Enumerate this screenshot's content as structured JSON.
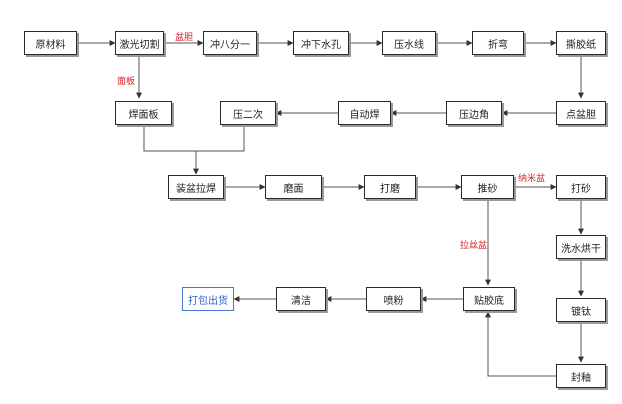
{
  "nodes": {
    "n1": "原材料",
    "n2": "激光切割",
    "n3": "冲八分一",
    "n4": "冲下水孔",
    "n5": "压水线",
    "n6": "折弯",
    "n7": "撕胶纸",
    "n8": "点盆胆",
    "n9": "压边角",
    "n10": "自动焊",
    "n11": "压二次",
    "n12": "焊面板",
    "n13": "装盆拉焊",
    "n14": "磨面",
    "n15": "打磨",
    "n16": "推砂",
    "n17": "打砂",
    "n18": "洗水烘干",
    "n19": "镀钛",
    "n20": "封釉",
    "n21": "贴胶底",
    "n22": "喷粉",
    "n23": "清洁",
    "n24": "打包出货"
  },
  "edge_labels": {
    "panzhong": "盆胆",
    "mianban": "面板",
    "namipen": "纳米盆",
    "lasipen": "拉丝盆"
  },
  "colors": {
    "box_border": "#2b2b2b",
    "arrow": "#333333",
    "label_red": "#d0242a",
    "final_blue": "#2f5fcf"
  }
}
